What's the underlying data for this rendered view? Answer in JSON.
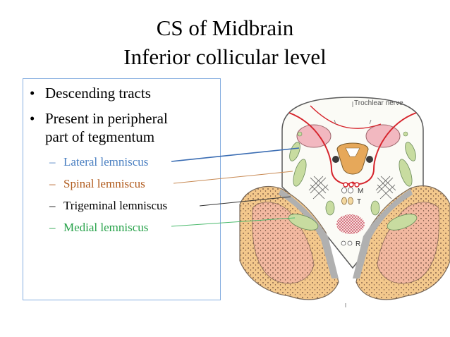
{
  "title": {
    "line1": "CS of Midbrain",
    "line2": "Inferior collicular level"
  },
  "bullets": [
    {
      "text": "Descending tracts"
    },
    {
      "text_line1": "Present in peripheral",
      "text_line2": "part of tegmentum"
    }
  ],
  "sub_items": [
    {
      "dash": "–",
      "label": "Lateral lemniscus",
      "color": "#4a7fc1"
    },
    {
      "dash": "–",
      "label": "Spinal lemniscus",
      "color": "#b05a1c"
    },
    {
      "dash": "–",
      "label": "Trigeminal lemniscus",
      "color": "#000000"
    },
    {
      "dash": "–",
      "label": "Medial lemniscus",
      "color": "#27a24a"
    }
  ],
  "diagram": {
    "top_label": "Trochlear nerve",
    "nuclei_labels": {
      "m": "M",
      "t": "T",
      "r": "R"
    }
  },
  "colors": {
    "lateral_line": "#3b6db3",
    "spinal_line": "#c88a54",
    "trigeminal_line": "#333333",
    "medial_line": "#4cba6e",
    "peduncle": "#f2b8a0",
    "peduncle_outer": "#f3c88c",
    "tract_green": "#c8dca0",
    "nerve_red": "#d6242c"
  }
}
